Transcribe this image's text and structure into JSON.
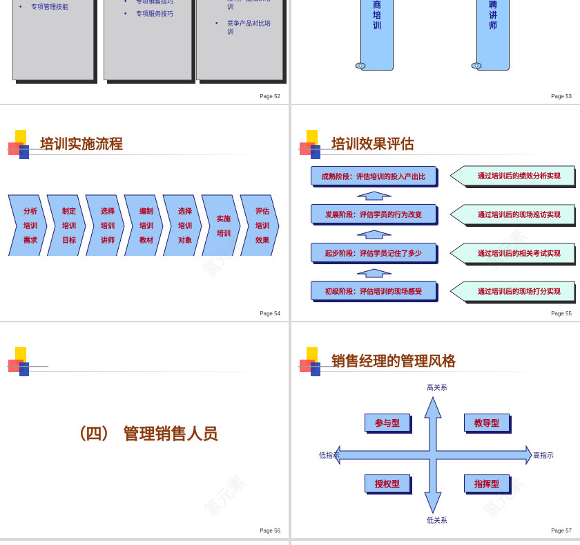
{
  "slides": {
    "s52": {
      "page": "Page 52",
      "bullets_col1": [
        "专项管理技能"
      ],
      "bullets_col2": [
        "专项销售技巧",
        "专项服务技巧"
      ],
      "bullets_col3": [
        "现有产品知识培训",
        "竞争产品对比培训"
      ]
    },
    "s53": {
      "page": "Page 53",
      "scroll_left": "厂商培训",
      "scroll_right": "外聘讲师"
    },
    "s54": {
      "page": "Page 54",
      "title": "培训实施流程",
      "steps": [
        [
          "分析",
          "培训",
          "需求"
        ],
        [
          "制定",
          "培训",
          "目标"
        ],
        [
          "选择",
          "培训",
          "讲师"
        ],
        [
          "编制",
          "培训",
          "教材"
        ],
        [
          "选择",
          "培训",
          "对象"
        ],
        [
          "实施",
          "培训"
        ],
        [
          "评估",
          "培训",
          "效果"
        ]
      ]
    },
    "s55": {
      "page": "Page 55",
      "title": "培训效果评估",
      "stages": [
        "成熟阶段：评估培训的投入产出比",
        "发展阶段：评估学员的行为改变",
        "起步阶段：评估学员记住了多少",
        "初级阶段：评估培训的现场感受"
      ],
      "methods": [
        "通过培训后的绩效分析实现",
        "通过培训后的现场巡访实现",
        "通过培训后的相关考试实现",
        "通过培训后的现场打分实现"
      ]
    },
    "s56": {
      "page": "Page 56",
      "heading": "（四） 管理销售人员"
    },
    "s57": {
      "page": "Page 57",
      "title": "销售经理的管理风格",
      "axis_top": "高关系",
      "axis_bottom": "低关系",
      "axis_left": "低指示",
      "axis_right": "高指示",
      "q_top_left": "参与型",
      "q_top_right": "教导型",
      "q_bottom_left": "授权型",
      "q_bottom_right": "指挥型"
    },
    "watermark": "氢元素"
  }
}
